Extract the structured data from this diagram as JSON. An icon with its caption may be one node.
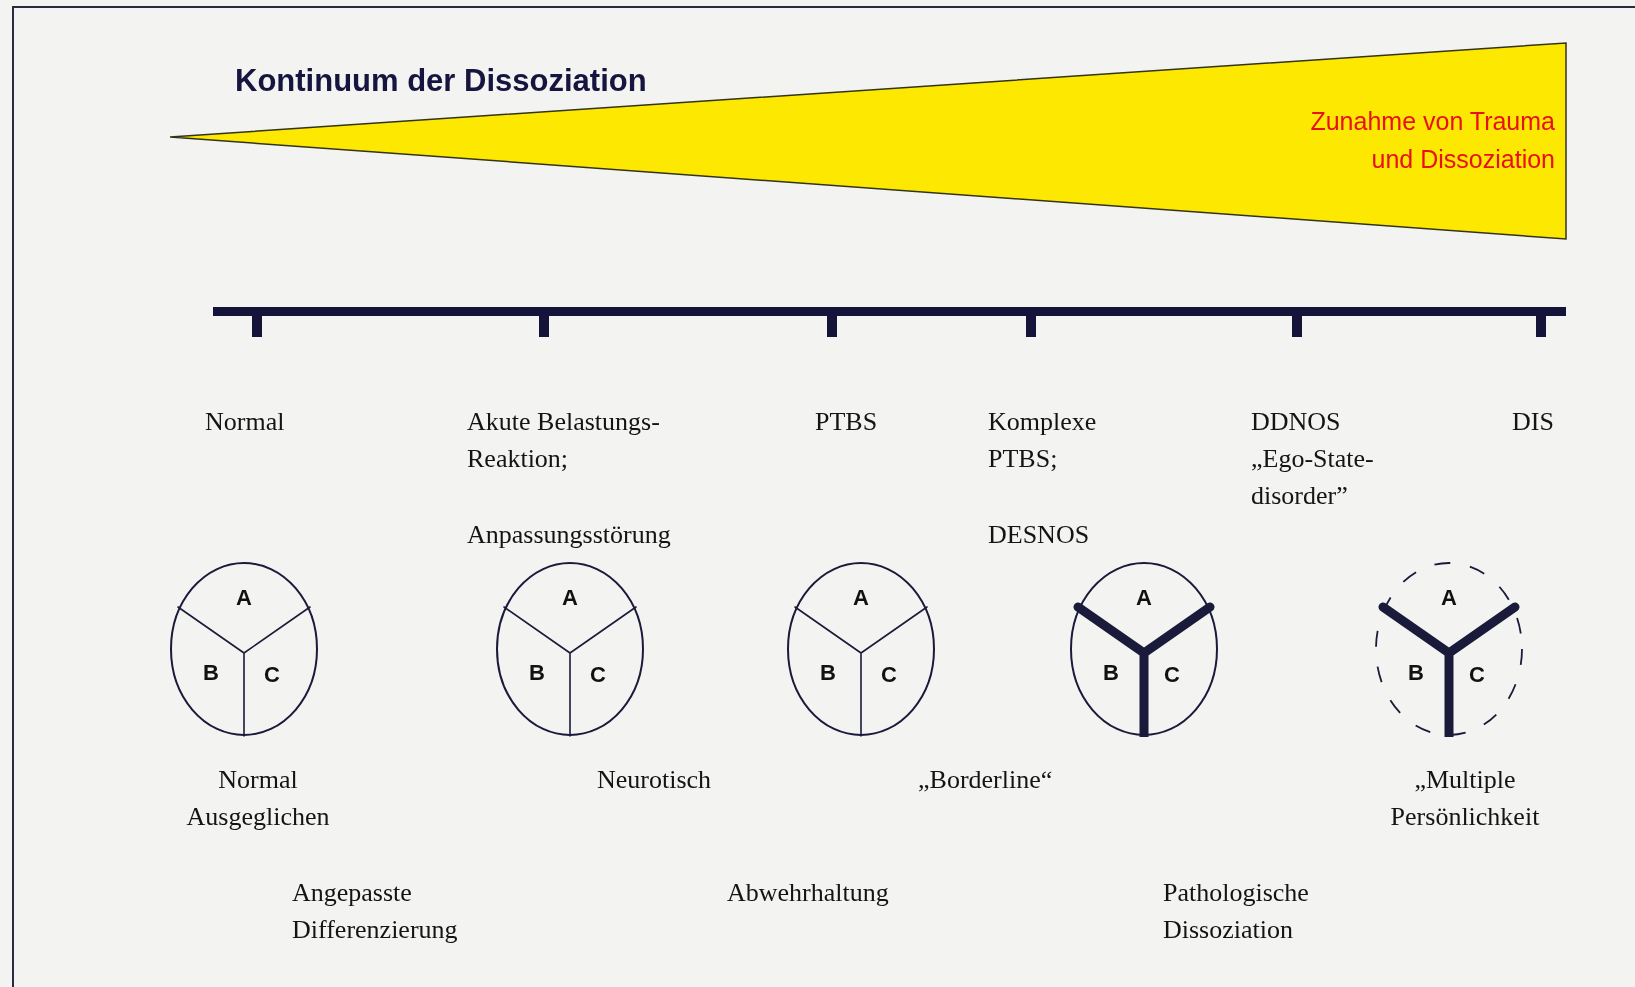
{
  "diagram": {
    "title": "Kontinuum der Dissoziation",
    "nodes": [
      {
        "text": [
          "Zunahme von Trauma und Dissoziation"
        ]
      },
      {
        "text": [
          "A",
          "B",
          "C"
        ]
      },
      {
        "text": [
          "A",
          "B",
          "C"
        ]
      },
      {
        "text": [
          "A",
          "B",
          "C"
        ]
      },
      {
        "text": [
          "A",
          "B",
          "C"
        ]
      },
      {
        "text": [
          "A",
          "B",
          "C"
        ]
      }
    ],
    "labels": [
      "Normal",
      "Akute Belastungs-Reaktion;",
      "PTBS",
      "Komplexe PTBS;",
      "DDNOS",
      "„Ego-State-disorder”",
      "DIS",
      "Anpassungsstörung",
      "DESNOS",
      "Normal Ausgeglichen",
      "Neurotisch",
      "„Borderline“",
      "„Multiple Persönlichkeit",
      "Angepasste Differenzierung",
      "Abwehrhaltung",
      "Pathologische Dissoziation"
    ]
  }
}
